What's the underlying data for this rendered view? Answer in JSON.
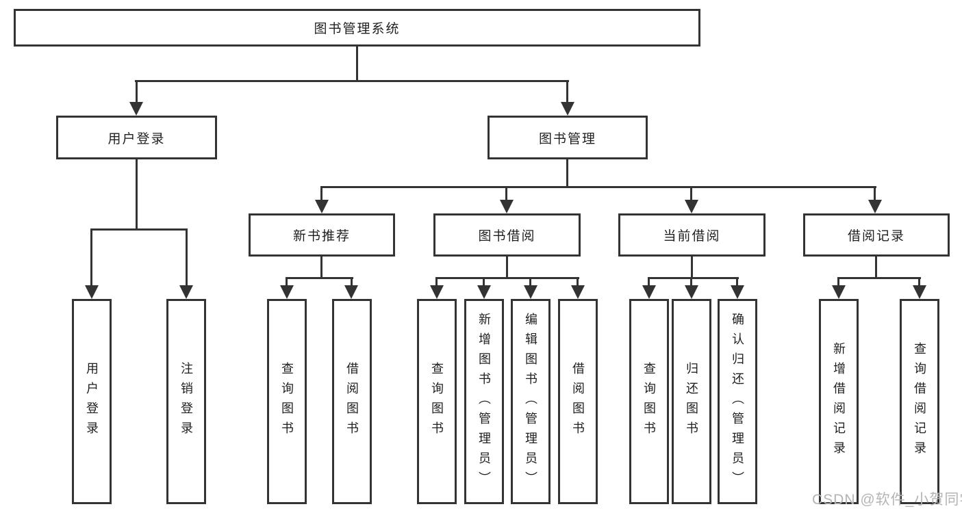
{
  "tree": {
    "label": "图书管理系统",
    "children": [
      {
        "label": "用户登录",
        "children": [
          {
            "label": "用户登录"
          },
          {
            "label": "注销登录"
          }
        ]
      },
      {
        "label": "图书管理",
        "children": [
          {
            "label": "新书推荐",
            "children": [
              {
                "label": "查询图书"
              },
              {
                "label": "借阅图书"
              }
            ]
          },
          {
            "label": "图书借阅",
            "children": [
              {
                "label": "查询图书"
              },
              {
                "label": "新增图书（管理员）"
              },
              {
                "label": "编辑图书（管理员）"
              },
              {
                "label": "借阅图书"
              }
            ]
          },
          {
            "label": "当前借阅",
            "children": [
              {
                "label": "查询图书"
              },
              {
                "label": "归还图书"
              },
              {
                "label": "确认归还（管理员）"
              }
            ]
          },
          {
            "label": "借阅记录",
            "children": [
              {
                "label": "新增借阅记录"
              },
              {
                "label": "查询借阅记录"
              }
            ]
          }
        ]
      }
    ]
  },
  "watermark": {
    "text": "CSDN @软件_小贺同学",
    "color": "#b4b4b4"
  },
  "colors": {
    "line": "#333333",
    "text": "#1f1f1f",
    "background": "#ffffff"
  }
}
